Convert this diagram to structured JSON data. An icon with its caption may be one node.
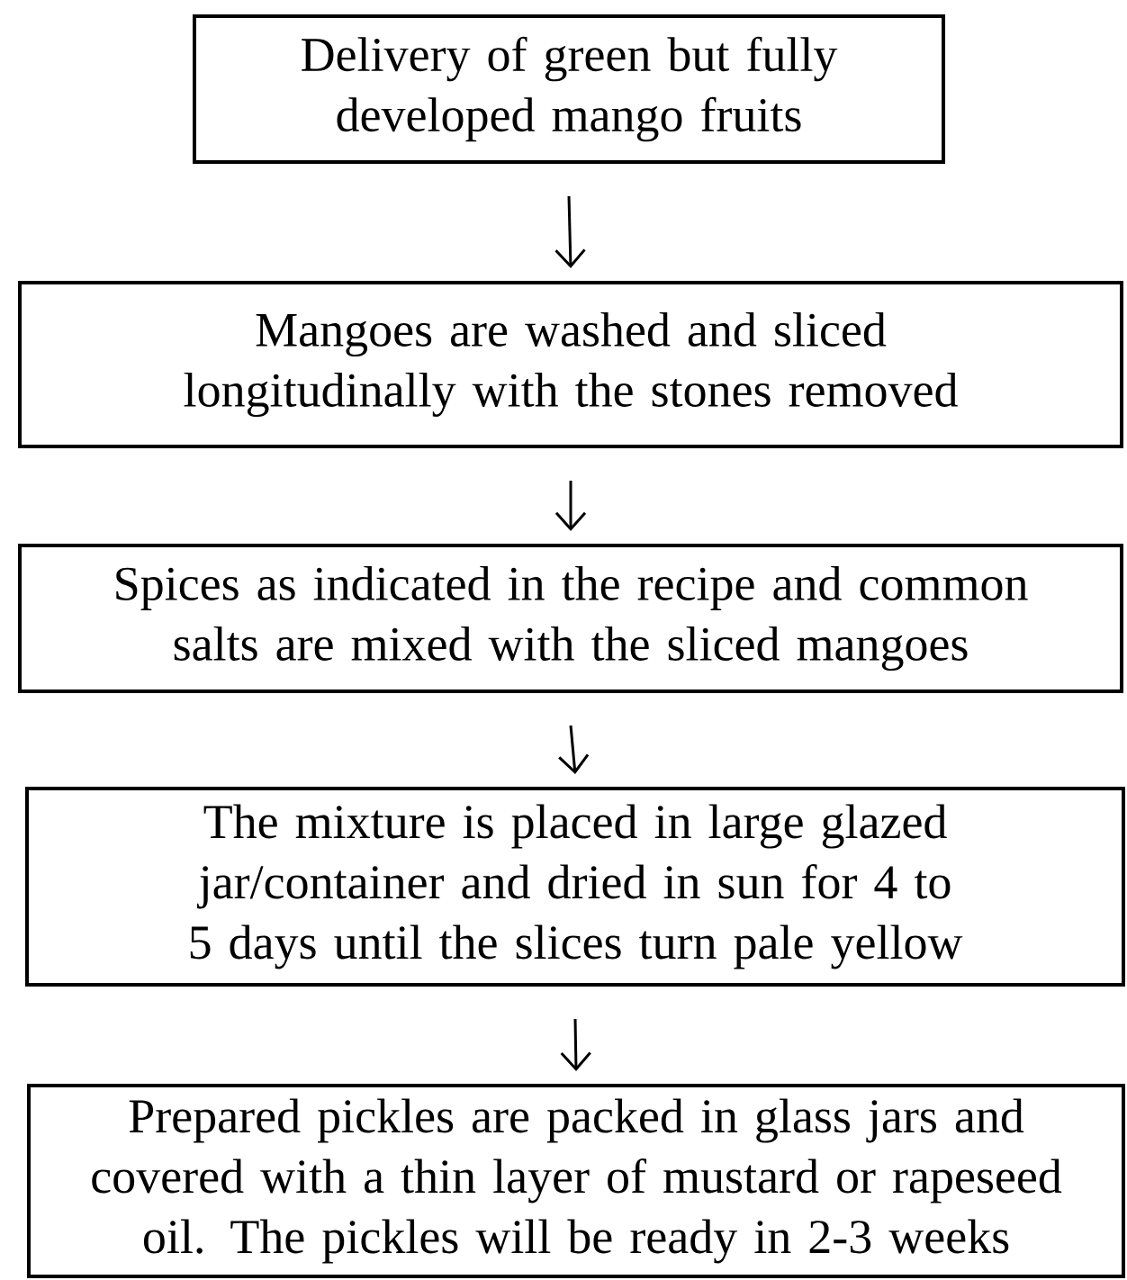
{
  "diagram": {
    "nodes": [
      {
        "text": [
          "Delivery of green but fully developed mango fruits"
        ]
      },
      {
        "text": [
          "Mangoes are washed and sliced longitudinally with the stones removed"
        ]
      },
      {
        "text": [
          "Spices as indicated in the recipe and common salts are mixed with the sliced mangoes"
        ]
      },
      {
        "text": [
          "The mixture is placed in large glazed jar/container and dried in sun for 4 to 5 days until the slices turn pale yellow"
        ]
      },
      {
        "text": [
          "Prepared pickles are packed in glass jars and covered with a thin layer of mustard or rapeseed oil. The pickles will be ready in 2-3 weeks"
        ]
      }
    ],
    "edges": [
      {
        "from": 0,
        "to": 1,
        "arrow": "to"
      },
      {
        "from": 1,
        "to": 2,
        "arrow": "to"
      },
      {
        "from": 2,
        "to": 3,
        "arrow": "to"
      },
      {
        "from": 3,
        "to": 4,
        "arrow": "to"
      }
    ]
  }
}
